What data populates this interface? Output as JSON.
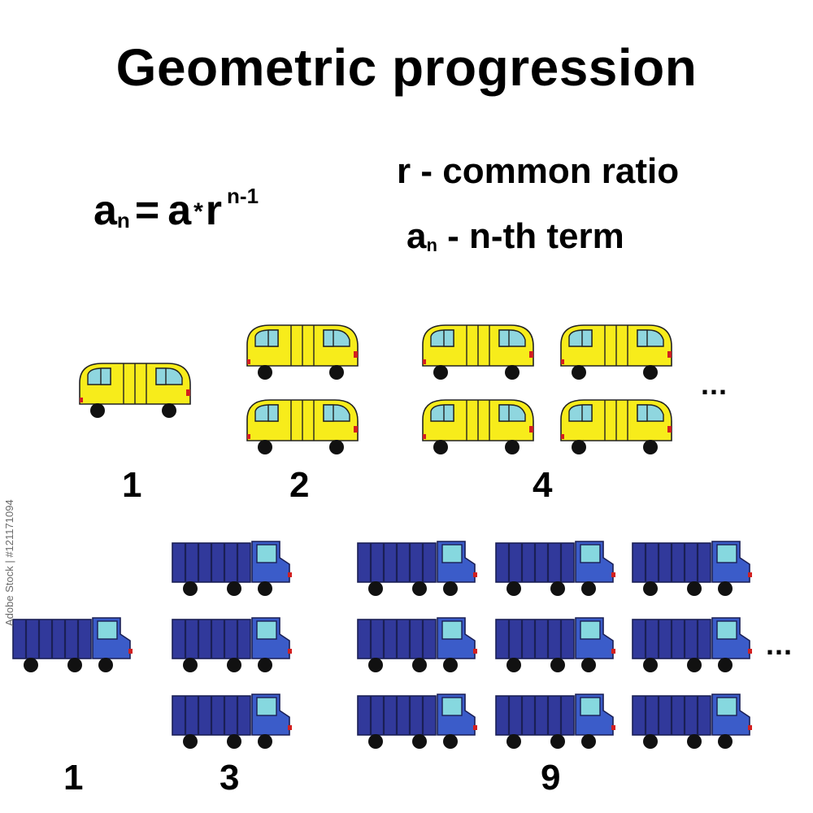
{
  "title": "Geometric progression",
  "formula": {
    "lhs_base": "a",
    "lhs_sub": "n",
    "equals": "=",
    "rhs_base": "a",
    "operator": "*",
    "rhs_r": "r",
    "exponent": "n-1"
  },
  "legend": {
    "ratio": "r - common ratio",
    "term_base": "a",
    "term_sub": "n",
    "term_desc": " - n-th term"
  },
  "sequences": [
    {
      "name": "buses",
      "vehicle_icon": "bus-icon",
      "body_color": "#f7ec1b",
      "window_color": "#8fd6df",
      "terms": [
        "1",
        "2",
        "4"
      ],
      "ellipsis": "..."
    },
    {
      "name": "trucks",
      "vehicle_icon": "truck-icon",
      "body_color": "#31399b",
      "cab_color": "#3b5cc9",
      "window_color": "#86d8df",
      "terms": [
        "1",
        "3",
        "9"
      ],
      "ellipsis": "..."
    }
  ],
  "watermark": "Adobe Stock | #121171094"
}
